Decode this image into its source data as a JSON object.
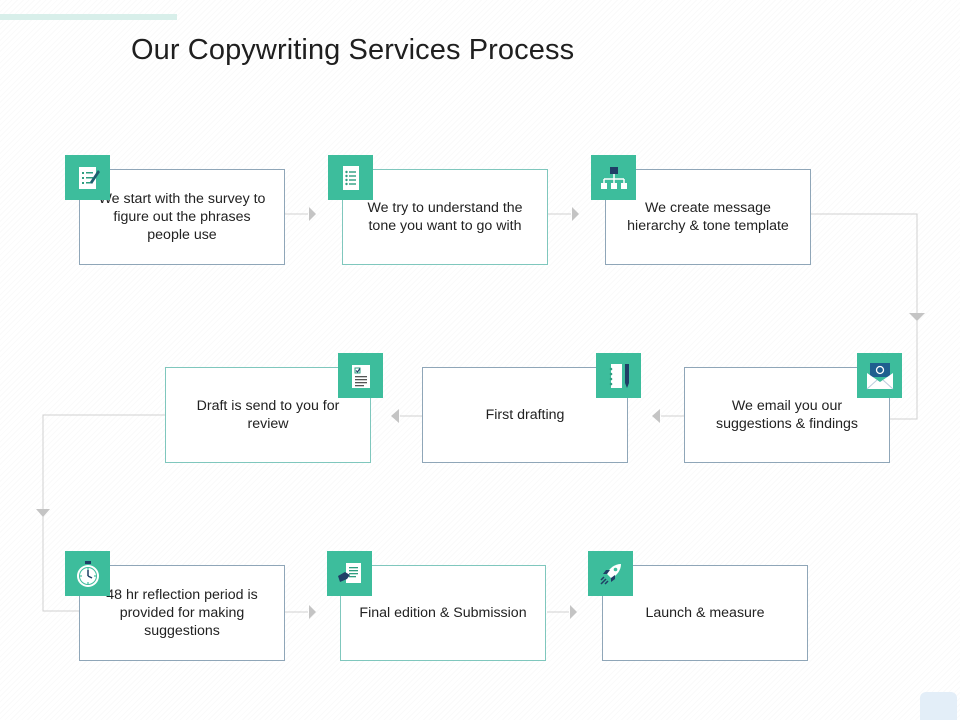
{
  "title": "Our Copywriting Services Process",
  "steps": [
    {
      "id": 1,
      "text": "We start with the survey to figure out the phrases people use",
      "icon": "survey-checklist-icon"
    },
    {
      "id": 2,
      "text": "We try to understand the tone you want to go with",
      "icon": "document-list-icon"
    },
    {
      "id": 3,
      "text": "We create message hierarchy & tone template",
      "icon": "hierarchy-icon"
    },
    {
      "id": 4,
      "text": "We email you our suggestions & findings",
      "icon": "email-icon"
    },
    {
      "id": 5,
      "text": "First drafting",
      "icon": "notebook-pencil-icon"
    },
    {
      "id": 6,
      "text": "Draft is send to you for review",
      "icon": "checklist-document-icon"
    },
    {
      "id": 7,
      "text": "48 hr reflection period is provided for making suggestions",
      "icon": "stopwatch-icon"
    },
    {
      "id": 8,
      "text": "Final edition & Submission",
      "icon": "document-hand-icon"
    },
    {
      "id": 9,
      "text": "Launch & measure",
      "icon": "rocket-icon"
    }
  ],
  "colors": {
    "icon_tile": "#3dbd9c",
    "box_border": "#8fa6b8",
    "connector": "#c8c8c8",
    "arrow": "#bfbfbf"
  }
}
